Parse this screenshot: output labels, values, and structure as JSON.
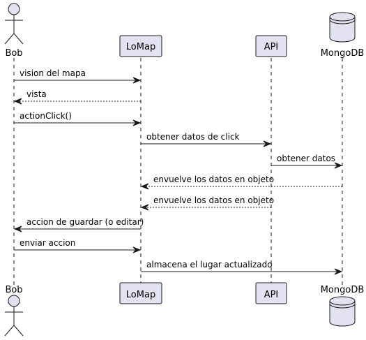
{
  "participants": [
    {
      "id": "bob",
      "label": "Bob",
      "kind": "actor"
    },
    {
      "id": "lomap",
      "label": "LoMap",
      "kind": "participant"
    },
    {
      "id": "api",
      "label": "API",
      "kind": "participant"
    },
    {
      "id": "mongodb",
      "label": "MongoDB",
      "kind": "database"
    }
  ],
  "messages": [
    {
      "from": "bob",
      "to": "lomap",
      "label": "vision del mapa",
      "style": "solid"
    },
    {
      "from": "lomap",
      "to": "bob",
      "label": "vista",
      "style": "dashed"
    },
    {
      "from": "bob",
      "to": "lomap",
      "label": "actionClick()",
      "style": "solid"
    },
    {
      "from": "lomap",
      "to": "api",
      "label": "obtener datos de click",
      "style": "solid"
    },
    {
      "from": "api",
      "to": "mongodb",
      "label": "obtener datos",
      "style": "solid"
    },
    {
      "from": "mongodb",
      "to": "lomap",
      "label": "envuelve los datos en objeto",
      "style": "dashed"
    },
    {
      "from": "api",
      "to": "lomap",
      "label": "envuelve los datos en objeto",
      "style": "dashed"
    },
    {
      "from": "lomap",
      "to": "bob",
      "label": "accion de guardar (o editar)",
      "style": "solid"
    },
    {
      "from": "bob",
      "to": "lomap",
      "label": "enviar accion",
      "style": "solid"
    },
    {
      "from": "lomap",
      "to": "mongodb",
      "label": "almacena el lugar actualizado",
      "style": "solid"
    }
  ],
  "colors": {
    "participant_fill": "#E2E2F0",
    "participant_border": "#181818",
    "lifeline": "#181818",
    "arrow": "#181818",
    "text": "#000000"
  }
}
